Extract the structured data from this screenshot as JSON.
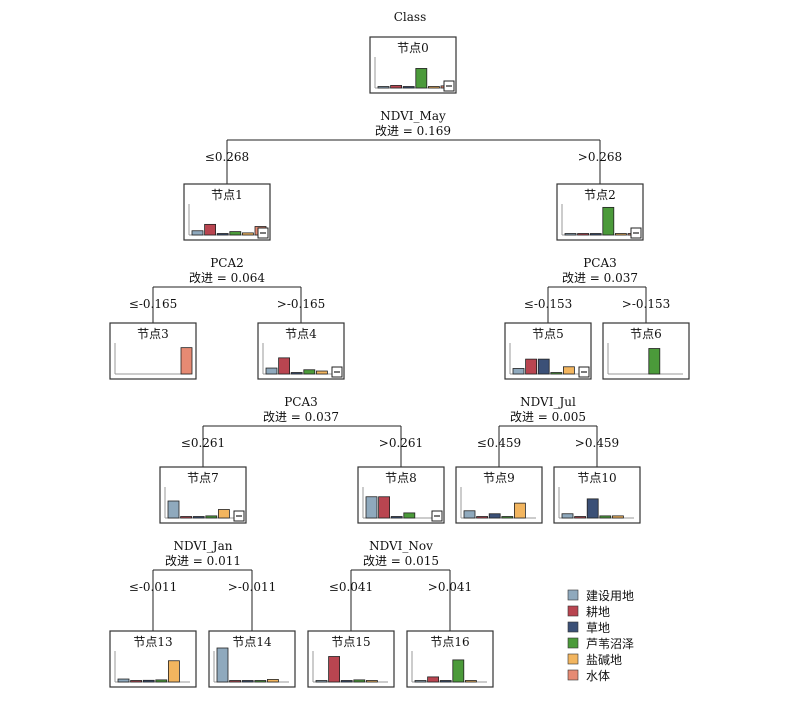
{
  "title": "Class",
  "legend": [
    {
      "label": "建设用地",
      "color": "#8fa9bd"
    },
    {
      "label": "耕地",
      "color": "#b94550"
    },
    {
      "label": "草地",
      "color": "#3b5077"
    },
    {
      "label": "芦苇沼泽",
      "color": "#4b9a3a"
    },
    {
      "label": "盐碱地",
      "color": "#f2b55f"
    },
    {
      "label": "水体",
      "color": "#e68a73"
    }
  ],
  "nodes": [
    {
      "id": 0,
      "title": "节点0",
      "split": "NDVI_May",
      "improvement": "改进 = 0.169",
      "values": [
        0.03,
        0.06,
        0.02,
        0.46,
        0.02,
        0.05
      ]
    },
    {
      "id": 1,
      "title": "节点1",
      "split": "PCA2",
      "improvement": "改进 = 0.064",
      "values": [
        0.1,
        0.25,
        0.02,
        0.08,
        0.05,
        0.2
      ]
    },
    {
      "id": 2,
      "title": "节点2",
      "split": "PCA3",
      "improvement": "改进 = 0.037",
      "values": [
        0.02,
        0.02,
        0.02,
        0.65,
        0.02,
        0.01
      ]
    },
    {
      "id": 3,
      "title": "节点3",
      "values": [
        0.0,
        0.0,
        0.0,
        0.0,
        0.0,
        0.62
      ]
    },
    {
      "id": 4,
      "title": "节点4",
      "split": "PCA3",
      "improvement": "改进 = 0.037",
      "values": [
        0.14,
        0.38,
        0.01,
        0.1,
        0.07,
        0.0
      ]
    },
    {
      "id": 5,
      "title": "节点5",
      "split": "NDVI_Jul",
      "improvement": "改进 = 0.005",
      "values": [
        0.13,
        0.35,
        0.35,
        0.01,
        0.17,
        0.0
      ]
    },
    {
      "id": 6,
      "title": "节点6",
      "values": [
        0.0,
        0.0,
        0.0,
        0.6,
        0.0,
        0.0
      ]
    },
    {
      "id": 7,
      "title": "节点7",
      "split": "NDVI_Jan",
      "improvement": "改进 = 0.011",
      "values": [
        0.4,
        0.02,
        0.03,
        0.05,
        0.2,
        0.0
      ]
    },
    {
      "id": 8,
      "title": "节点8",
      "split": "NDVI_Nov",
      "improvement": "改进 = 0.015",
      "values": [
        0.5,
        0.5,
        0.02,
        0.12,
        0.0,
        0.0
      ]
    },
    {
      "id": 9,
      "title": "节点9",
      "values": [
        0.17,
        0.02,
        0.1,
        0.01,
        0.35,
        0.0
      ]
    },
    {
      "id": 10,
      "title": "节点10",
      "values": [
        0.1,
        0.02,
        0.45,
        0.05,
        0.05,
        0.0
      ]
    },
    {
      "id": 13,
      "title": "节点13",
      "values": [
        0.07,
        0.02,
        0.04,
        0.05,
        0.5,
        0.0
      ]
    },
    {
      "id": 14,
      "title": "节点14",
      "values": [
        0.8,
        0.01,
        0.02,
        0.03,
        0.06,
        0.0
      ]
    },
    {
      "id": 15,
      "title": "节点15",
      "values": [
        0.02,
        0.6,
        0.02,
        0.05,
        0.01,
        0.0
      ]
    },
    {
      "id": 16,
      "title": "节点16",
      "values": [
        0.02,
        0.12,
        0.02,
        0.52,
        0.02,
        0.0
      ]
    }
  ],
  "edges": [
    {
      "from": 0,
      "to": 1,
      "label": "≤0.268"
    },
    {
      "from": 0,
      "to": 2,
      "label": ">0.268"
    },
    {
      "from": 1,
      "to": 3,
      "label": "≤-0.165"
    },
    {
      "from": 1,
      "to": 4,
      "label": ">-0.165"
    },
    {
      "from": 2,
      "to": 5,
      "label": "≤-0.153"
    },
    {
      "from": 2,
      "to": 6,
      "label": ">-0.153"
    },
    {
      "from": 4,
      "to": 7,
      "label": "≤0.261"
    },
    {
      "from": 4,
      "to": 8,
      "label": ">0.261"
    },
    {
      "from": 5,
      "to": 9,
      "label": "≤0.459"
    },
    {
      "from": 5,
      "to": 10,
      "label": ">0.459"
    },
    {
      "from": 7,
      "to": 13,
      "label": "≤-0.011"
    },
    {
      "from": 7,
      "to": 14,
      "label": ">-0.011"
    },
    {
      "from": 8,
      "to": 15,
      "label": "≤0.041"
    },
    {
      "from": 8,
      "to": 16,
      "label": ">0.041"
    }
  ]
}
